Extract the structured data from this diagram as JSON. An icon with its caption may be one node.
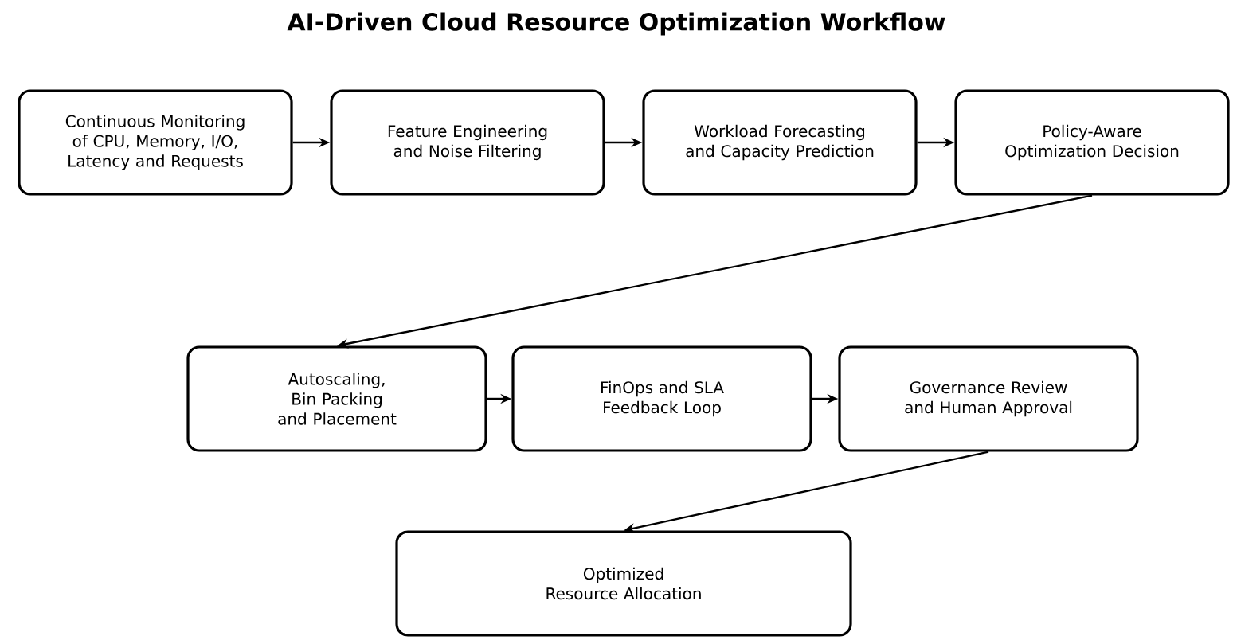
{
  "diagram": {
    "title": "AI-Driven Cloud Resource Optimization Workflow",
    "nodes": [
      {
        "text": [
          "Continuous Monitoring of CPU, Memory, I/O, Latency and Requests"
        ]
      },
      {
        "text": [
          "Feature Engineering and Noise Filtering"
        ]
      },
      {
        "text": [
          "Workload Forecasting and Capacity Prediction"
        ]
      },
      {
        "text": [
          "Policy-Aware Optimization Decision"
        ]
      },
      {
        "text": [
          "Autoscaling, Bin Packing and Placement"
        ]
      },
      {
        "text": [
          "FinOps and SLA Feedback Loop"
        ]
      },
      {
        "text": [
          "Governance Review and Human Approval"
        ]
      },
      {
        "text": [
          "Optimized Resource Allocation"
        ]
      }
    ],
    "edges": [
      {
        "from": 0,
        "to": 1,
        "arrow": "to"
      },
      {
        "from": 1,
        "to": 2,
        "arrow": "to"
      },
      {
        "from": 2,
        "to": 3,
        "arrow": "to"
      },
      {
        "from": 3,
        "to": 4,
        "arrow": "to"
      },
      {
        "from": 4,
        "to": 5,
        "arrow": "to"
      },
      {
        "from": 5,
        "to": 6,
        "arrow": "to"
      },
      {
        "from": 6,
        "to": 7,
        "arrow": "to"
      }
    ]
  }
}
